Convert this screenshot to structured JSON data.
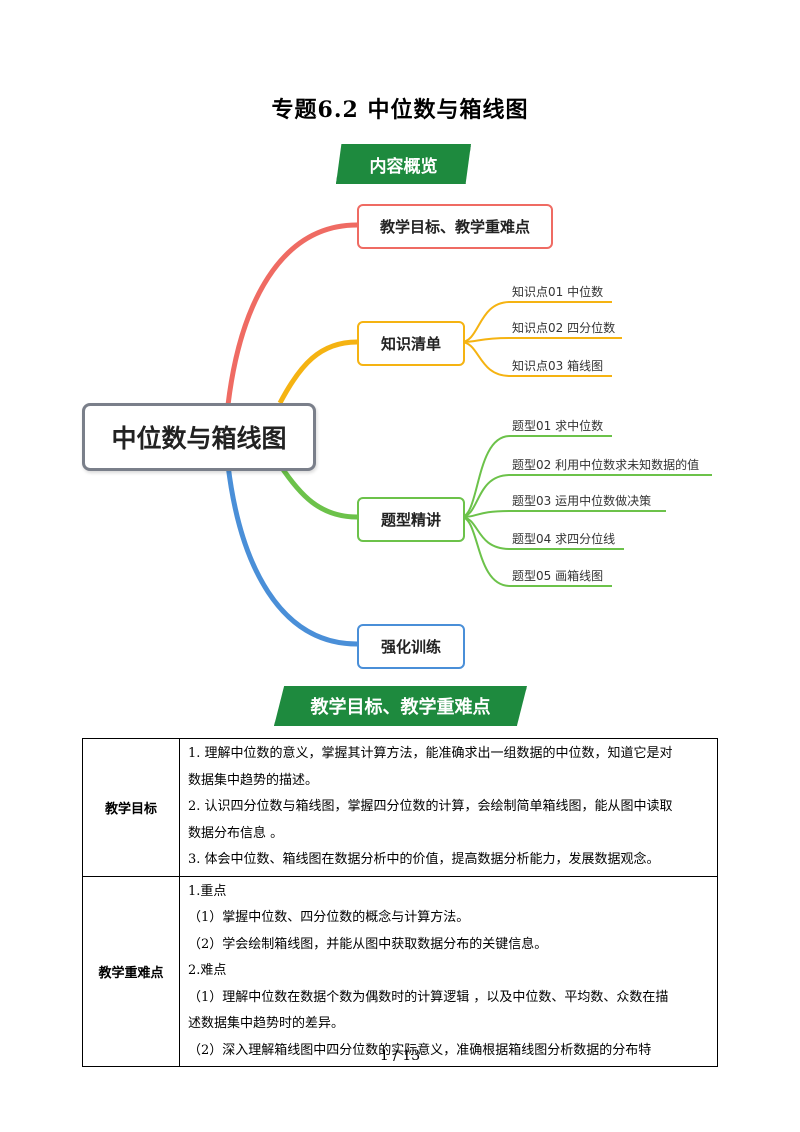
{
  "title": "专题6.2  中位数与箱线图",
  "overview_banner": "内容概览",
  "mindmap": {
    "root": "中位数与箱线图",
    "branches": [
      {
        "label": "教学目标、教学重难点",
        "color": "#ef6b63",
        "leaves": []
      },
      {
        "label": "知识清单",
        "color": "#f5b312",
        "leaves": [
          "知识点01 中位数",
          "知识点02 四分位数",
          "知识点03 箱线图"
        ]
      },
      {
        "label": "题型精讲",
        "color": "#6cc24a",
        "leaves": [
          "题型01  求中位数",
          "题型02  利用中位数求未知数据的值",
          "题型03  运用中位数做决策",
          "题型04  求四分位线",
          "题型05  画箱线图"
        ]
      },
      {
        "label": "强化训练",
        "color": "#4a8fd8",
        "leaves": []
      }
    ]
  },
  "goals_banner": "教学目标、教学重难点",
  "table": {
    "rows": [
      {
        "header": "教学目标",
        "lines": [
          "1. 理解中位数的意义，掌握其计算方法，能准确求出一组数据的中位数，知道它是对",
          "数据集中趋势的描述。",
          "2. 认识四分位数与箱线图，掌握四分位数的计算，会绘制简单箱线图，能从图中读取",
          "数据分布信息  。",
          "3. 体会中位数、箱线图在数据分析中的价值，提高数据分析能力，发展数据观念。"
        ]
      },
      {
        "header": "教学重难点",
        "lines": [
          "1.重点",
          "（1）掌握中位数、四分位数的概念与计算方法。",
          "（2）学会绘制箱线图，并能从图中获取数据分布的关键信息。",
          "2.难点",
          "（1）理解中位数在数据个数为偶数时的计算逻辑 ，以及中位数、平均数、众数在描",
          "述数据集中趋势时的差异。",
          "（2）深入理解箱线图中四分位数的实际意义，准确根据箱线图分析数据的分布特"
        ]
      }
    ]
  },
  "page_indicator": "1  /  13"
}
